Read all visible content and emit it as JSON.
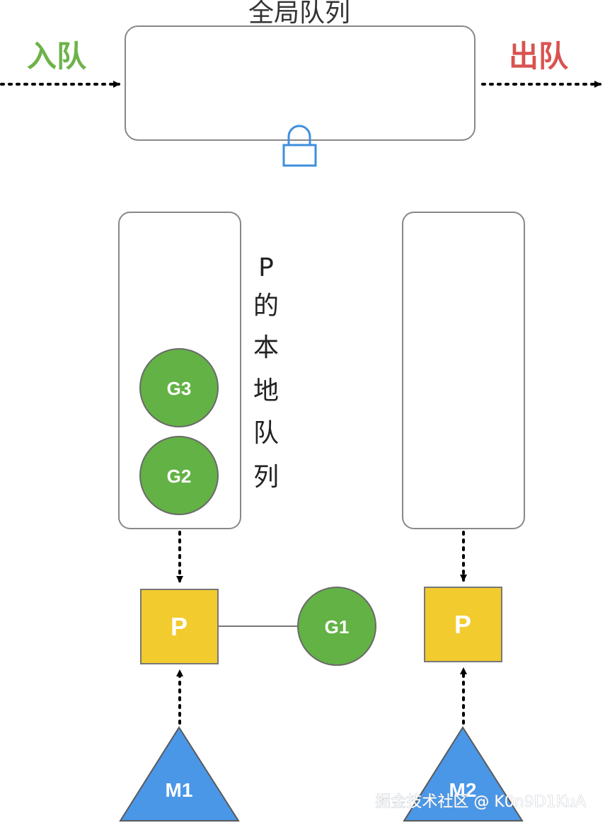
{
  "global_queue": {
    "title": "全局队列",
    "enqueue_label": "入队",
    "dequeue_label": "出队",
    "lock_icon": "lock-icon"
  },
  "local_queue": {
    "label_chars": [
      "P",
      "的",
      "本",
      "地",
      "队",
      "列"
    ],
    "goroutines": [
      "G3",
      "G2"
    ]
  },
  "processors": {
    "left_label": "P",
    "right_label": "P"
  },
  "running_goroutine": "G1",
  "machines": {
    "left_label": "M1",
    "right_label": "M2"
  },
  "watermark": "掘金技术社区 @ K0n9D1KuA",
  "colors": {
    "goroutine_green": "#63b245",
    "processor_yellow": "#f2cb2e",
    "machine_blue": "#4a97e8",
    "lock_blue": "#3e8fdd",
    "enqueue_green": "#6db34a",
    "dequeue_red": "#d9534f"
  }
}
